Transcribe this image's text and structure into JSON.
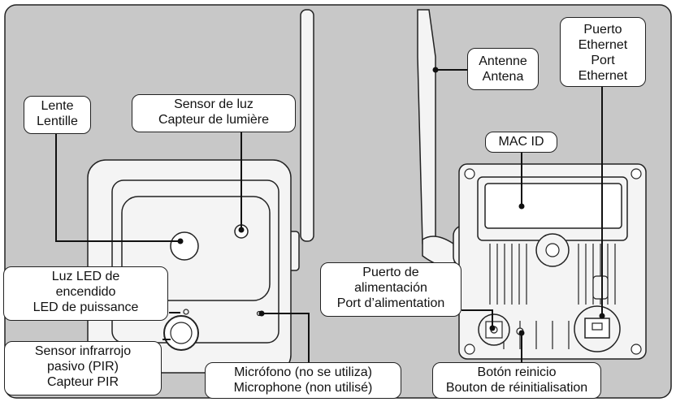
{
  "colors": {
    "background_panel": "#c8c8c8",
    "device_body": "#f4f4f4",
    "outline": "#222222",
    "label_bg": "#ffffff"
  },
  "labels": {
    "lens": [
      "Lente",
      "Lentille"
    ],
    "light_sensor": [
      "Sensor de luz",
      "Capteur de lumière"
    ],
    "power_led": [
      "Luz LED de",
      "encendido",
      "LED de puissance"
    ],
    "pir": [
      "Sensor infrarrojo",
      "pasivo (PIR)",
      "Capteur PIR"
    ],
    "microphone": [
      "Micrófono (no se utiliza)",
      "Microphone (non utilisé)"
    ],
    "antenna": [
      "Antenne",
      "Antena"
    ],
    "ethernet": [
      "Puerto",
      "Ethernet",
      "Port",
      "Ethernet"
    ],
    "mac_id": [
      "MAC ID"
    ],
    "power_port": [
      "Puerto de",
      "alimentación",
      "Port d’alimentation"
    ],
    "reset": [
      "Botón reinicio",
      "Bouton de réinitialisation"
    ]
  }
}
